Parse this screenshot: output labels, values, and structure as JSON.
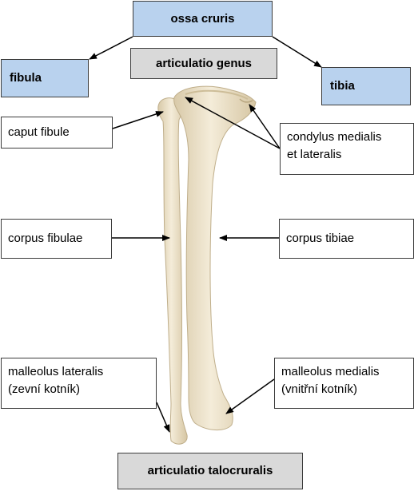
{
  "labels": {
    "ossa_cruris": "ossa cruris",
    "fibula": "fibula",
    "tibia": "tibia",
    "articulatio_genus": "articulatio genus",
    "caput_fibule": "caput fibule",
    "condylus_line1": "condylus medialis",
    "condylus_line2": "et lateralis",
    "corpus_fibulae": "corpus fibulae",
    "corpus_tibiae": "corpus tibiae",
    "malleolus_lat_line1": "malleolus lateralis",
    "malleolus_lat_line2": "(zevní kotník)",
    "malleolus_med_line1": "malleolus medialis",
    "malleolus_med_line2": "(vnitřní kotník)",
    "articulatio_talocruralis": "articulatio talocruralis"
  },
  "colors": {
    "blue_box": "#b9d2ee",
    "grey_box": "#d9d9d9",
    "bone": "#efe5cf",
    "bone_shadow": "#d2c3a2"
  }
}
